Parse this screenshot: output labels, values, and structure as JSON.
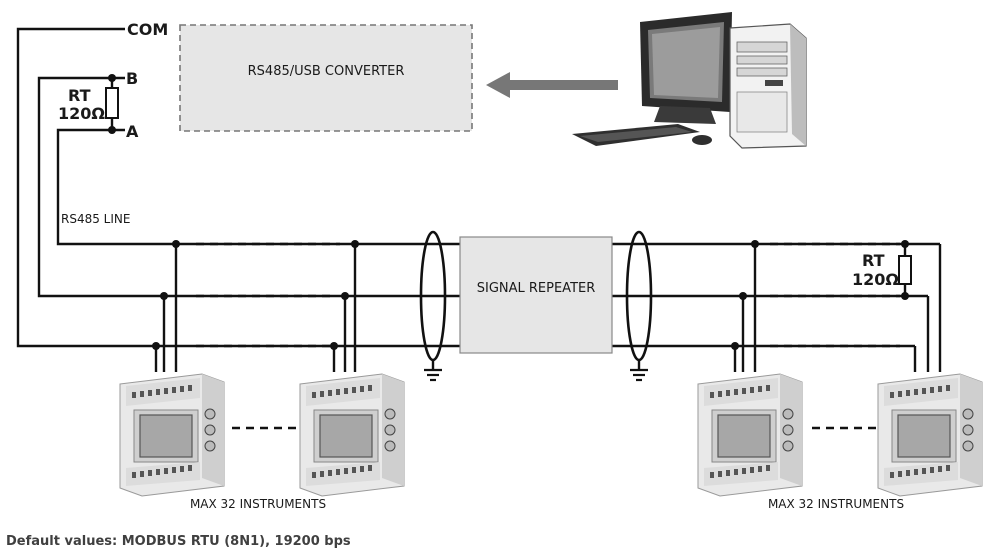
{
  "labels": {
    "com": "COM",
    "b": "B",
    "a": "A",
    "rt": "RT",
    "resistance": "120Ω",
    "converter": "RS485/USB CONVERTER",
    "rs485_line": "RS485 LINE",
    "repeater": "SIGNAL REPEATER",
    "max_instruments_left": "MAX 32 INSTRUMENTS",
    "max_instruments_right": "MAX 32 INSTRUMENTS"
  },
  "footer": "Default values: MODBUS RTU (8N1), 19200 bps"
}
